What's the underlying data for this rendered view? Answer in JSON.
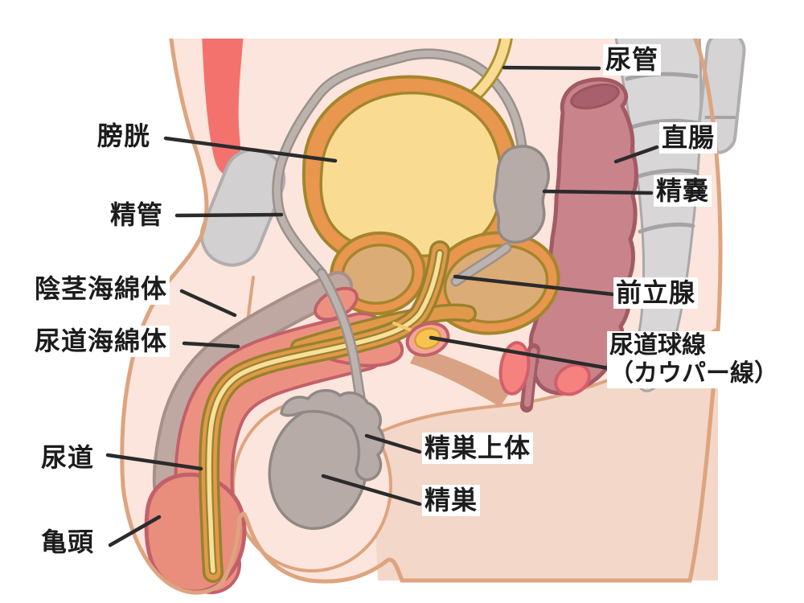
{
  "figure": {
    "description_visible_text_only": true,
    "labels": [
      {
        "id": "ureter",
        "text": "尿管"
      },
      {
        "id": "rectum",
        "text": "直腸"
      },
      {
        "id": "seminal-vesicle",
        "text": "精嚢"
      },
      {
        "id": "prostate",
        "text": "前立腺"
      },
      {
        "id": "bulbourethral",
        "text": "尿道球線",
        "text2": "（カウパー線）"
      },
      {
        "id": "bladder",
        "text": "膀胱"
      },
      {
        "id": "vas-deferens",
        "text": "精管"
      },
      {
        "id": "corpus-cavernosum",
        "text": "陰茎海綿体"
      },
      {
        "id": "corpus-spongiosum",
        "text": "尿道海綿体"
      },
      {
        "id": "urethra",
        "text": "尿道"
      },
      {
        "id": "glans",
        "text": "亀頭"
      },
      {
        "id": "epididymis",
        "text": "精巣上体"
      },
      {
        "id": "testis",
        "text": "精巣"
      }
    ],
    "colors": {
      "background": "#ffffff",
      "body_skin": "#fbe5dc",
      "body_outline": "#dda47f",
      "thigh_shade": "#f3d7c9",
      "muscle_red": "#f4726e",
      "bone_gray": "#d2d0d1",
      "sacrum_gray": "#d8d6d7",
      "rectum": "#c9838b",
      "rectum_outline": "#a25a64",
      "organ_gray": "#b6aba7",
      "bladder_wall_orange": "#e9964f",
      "bladder_interior_yellow": "#f9dc92",
      "olive_outline": "#a3862c",
      "prostate_tan": "#dcac76",
      "urethra_yellow": "#f8df9b",
      "urethra_orange": "#e0994b",
      "cavernosum_gray": "#bfa8a1",
      "spongiosum_salmon": "#ec9181",
      "spongiosum_outline": "#c2606a",
      "glans_salmon": "#e98d7c",
      "cowper_yellow": "#f6c34f",
      "leader_line": "#2b2b2b"
    }
  }
}
